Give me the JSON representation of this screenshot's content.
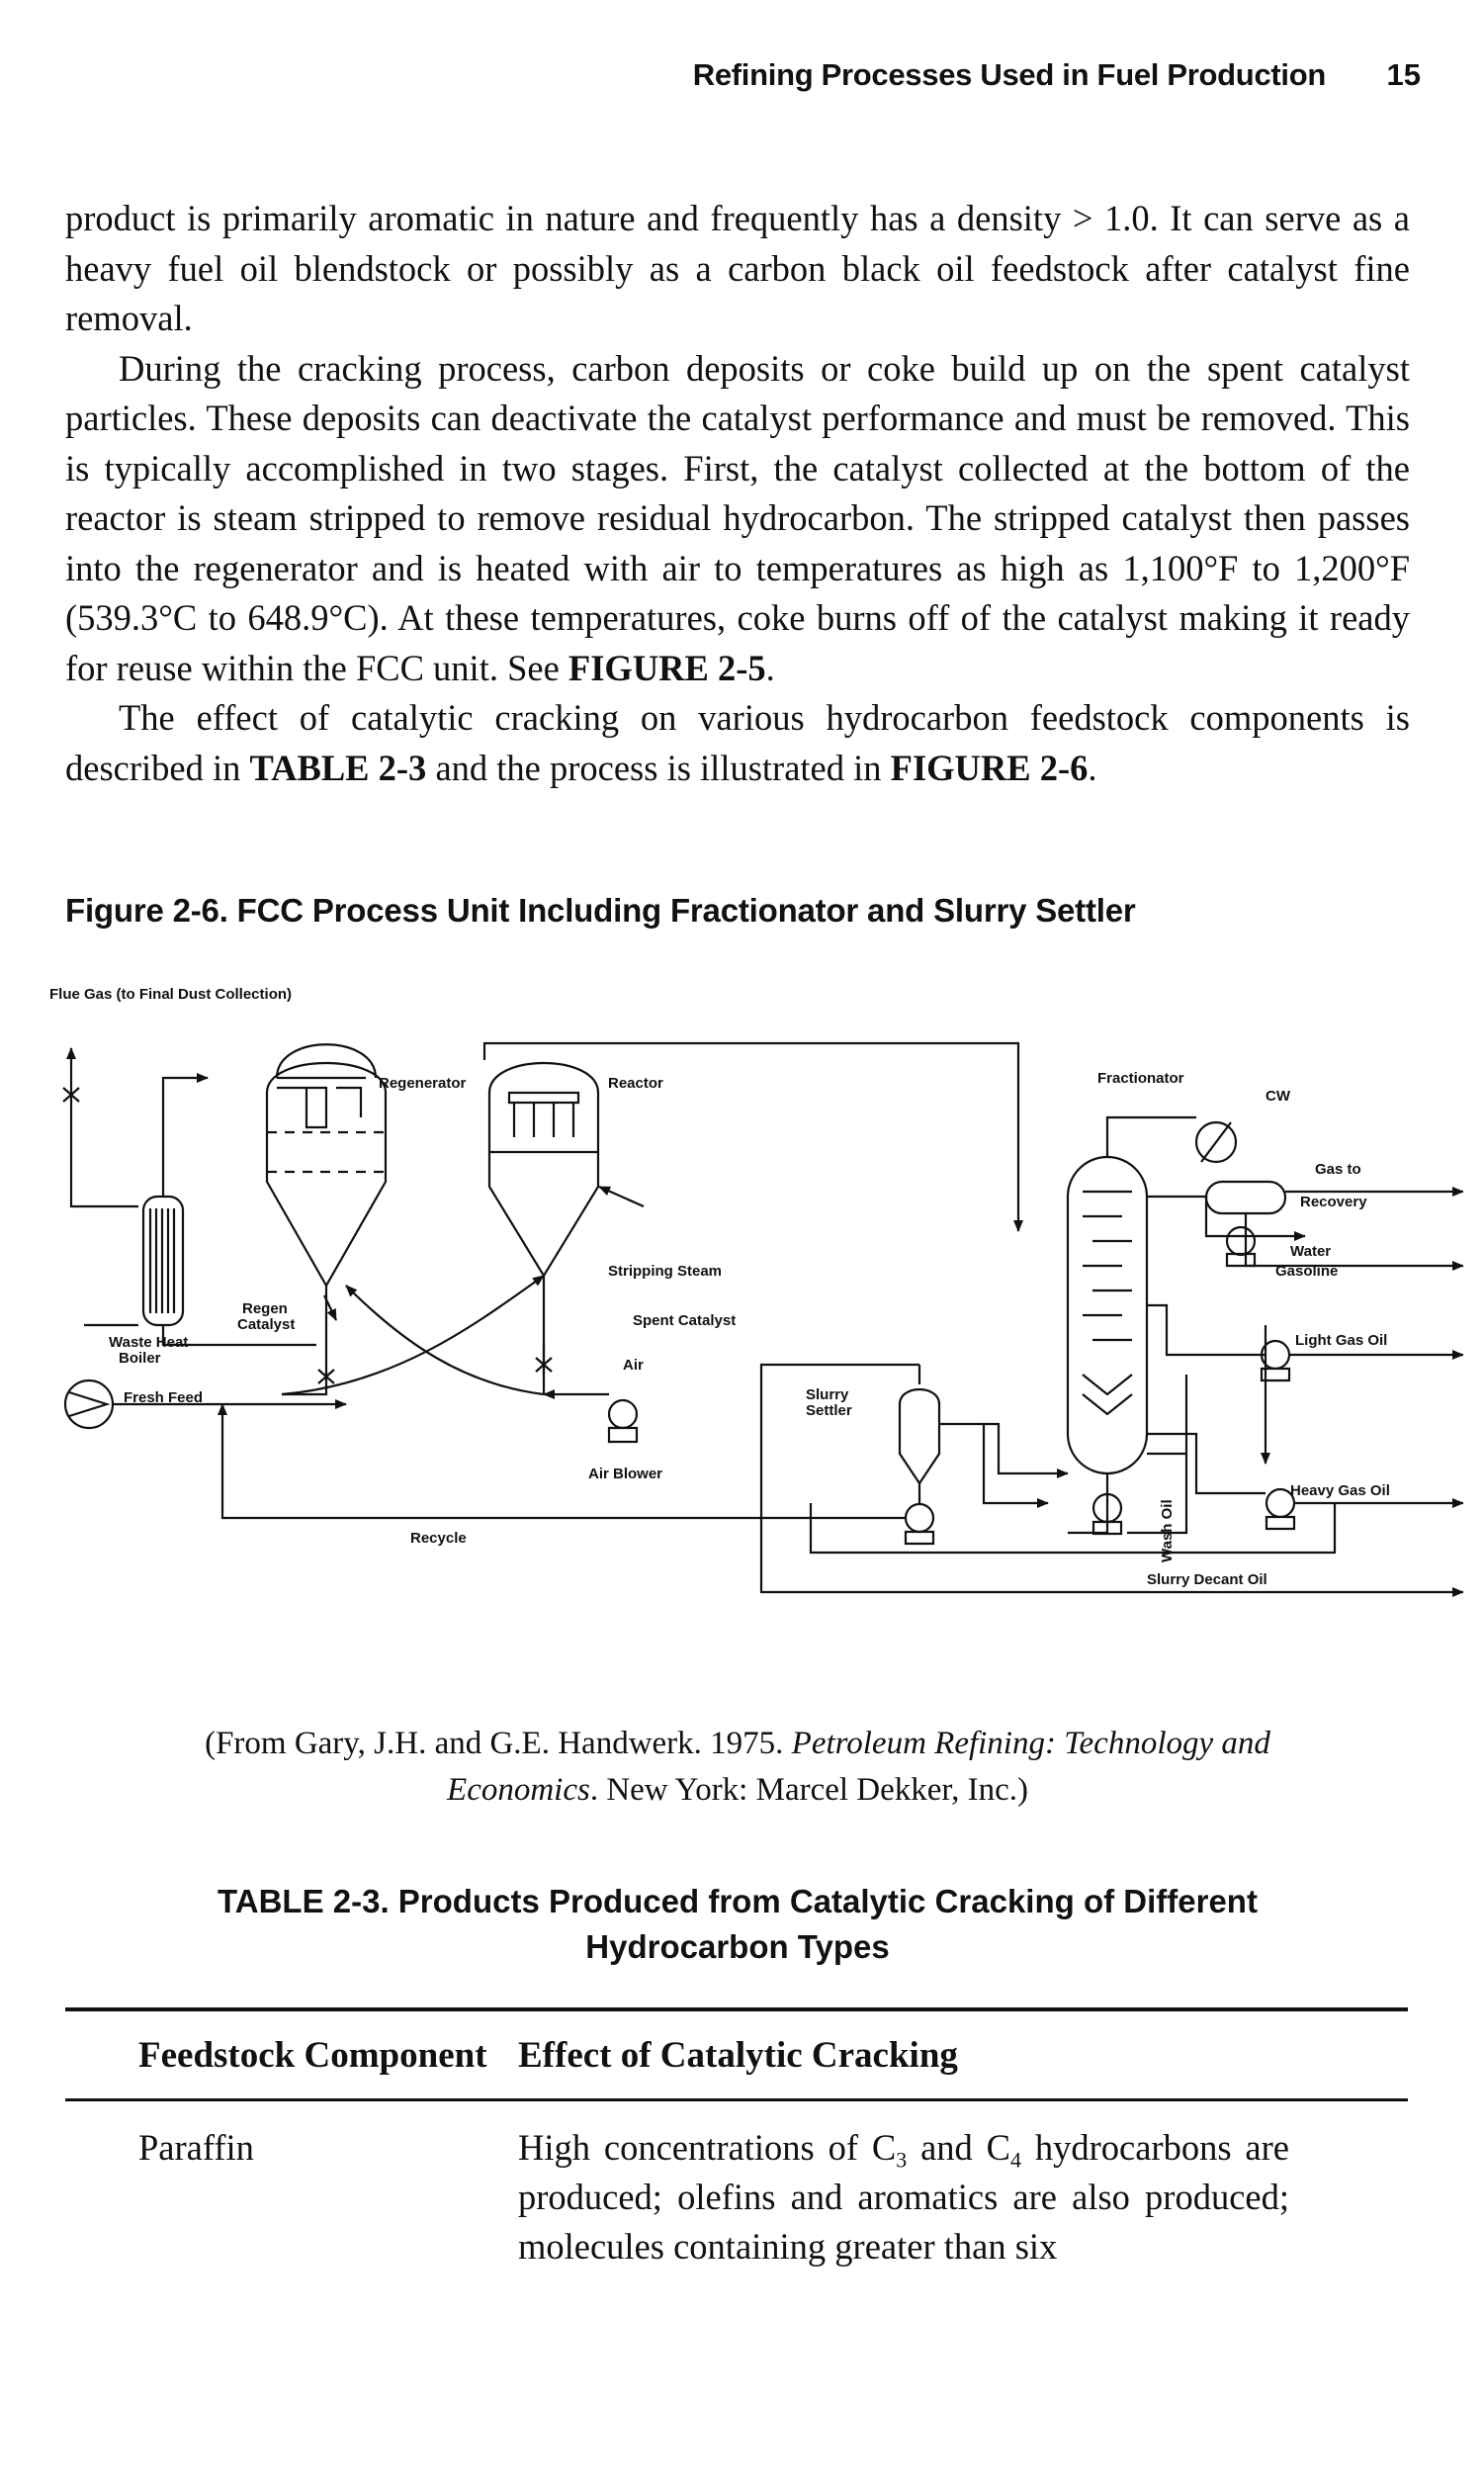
{
  "running_head": {
    "title": "Refining Processes Used in Fuel Production",
    "page_number": "15"
  },
  "body": {
    "p1": "product is primarily aromatic in nature and frequently has a density > 1.0. It can serve as a heavy fuel oil blendstock or possibly as a carbon black oil feedstock after catalyst fine removal.",
    "p2_text": "During the cracking process, carbon deposits or coke build up on the spent catalyst particles. These deposits can deactivate the catalyst performance and must be removed. This is typically accomplished in two stages. First, the catalyst collected at the bottom of the reactor is steam stripped to remove residual hydrocarbon. The stripped catalyst then passes into the regenerator and is heated with air to temperatures as high as 1,100°F to 1,200°F (539.3°C to 648.9°C). At these temperatures, coke burns off of the catalyst making it ready for reuse within the FCC unit. See ",
    "p2_ref": "FIGURE 2-5",
    "p2_end": ".",
    "p3_a": "The effect of catalytic cracking on various hydrocarbon feedstock components is described in ",
    "p3_ref1": "TABLE 2-3",
    "p3_b": " and the process is illustrated in ",
    "p3_ref2": "FIGURE 2-6",
    "p3_end": "."
  },
  "figure": {
    "caption": "Figure 2-6. FCC Process Unit Including Fractionator and Slurry Settler",
    "labels": {
      "flue_gas": "Flue Gas (to Final Dust Collection)",
      "regenerator": "Regenerator",
      "reactor": "Reactor",
      "fractionator": "Fractionator",
      "cw": "CW",
      "gas_to": "Gas to",
      "recovery": "Recovery",
      "water": "Water",
      "gasoline": "Gasoline",
      "light_gas_oil": "Light Gas Oil",
      "heavy_gas_oil": "Heavy Gas Oil",
      "slurry_decant_oil": "Slurry Decant Oil",
      "stripping_steam": "Stripping Steam",
      "spent_catalyst": "Spent Catalyst",
      "air": "Air",
      "air_blower": "Air Blower",
      "regen": "Regen",
      "catalyst": "Catalyst",
      "waste_heat": "Waste Heat",
      "boiler": "Boiler",
      "fresh_feed": "Fresh Feed",
      "recycle": "Recycle",
      "slurry": "Slurry",
      "settler": "Settler",
      "wash_oil": "Wash Oil"
    }
  },
  "source": {
    "a": "(From Gary, J.H. and G.E. Handwerk. 1975. ",
    "title1": "Petroleum Refining: Technology and",
    "title2": "Economics",
    "b": ". New York: Marcel Dekker, Inc.)"
  },
  "table": {
    "caption_line1": "TABLE 2-3. Products Produced from Catalytic Cracking of Different",
    "caption_line2": "Hydrocarbon Types",
    "headers": [
      "Feedstock Component",
      "Effect of Catalytic Cracking"
    ],
    "rows": [
      {
        "component": "Paraffin",
        "effect_a": "High concentrations of C",
        "sub1": "3",
        "effect_b": " and C",
        "sub2": "4",
        "effect_c": " hydrocarbons are produced; olefins and aromatics are also produced; molecules containing greater than six"
      }
    ]
  }
}
